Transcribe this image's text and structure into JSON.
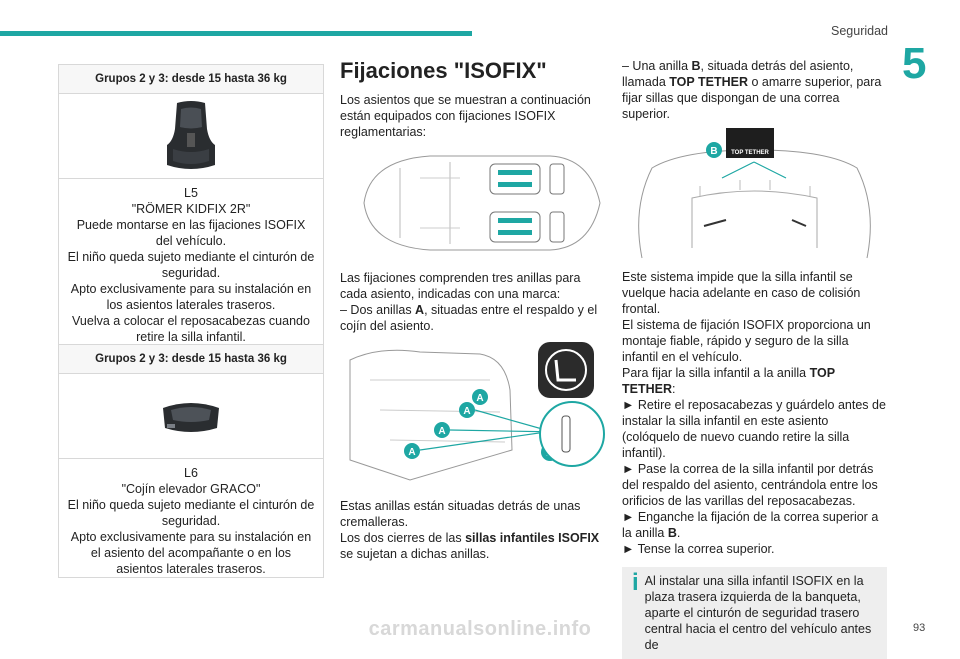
{
  "header": {
    "section": "Seguridad",
    "chapter": "5",
    "page": "93"
  },
  "watermark": "carmanualsonline.info",
  "left": {
    "card1": {
      "header": "Grupos 2 y 3: desde 15 hasta 36 kg",
      "code": "L5",
      "name": "\"RÖMER KIDFIX 2R\"",
      "lines": [
        "Puede montarse en las fijaciones ISOFIX del vehículo.",
        "El niño queda sujeto mediante el cinturón de seguridad.",
        "Apto exclusivamente para su instalación en los asientos laterales traseros.",
        "Vuelva a colocar el reposacabezas cuando retire la silla infantil."
      ]
    },
    "card2": {
      "header": "Grupos 2 y 3: desde 15 hasta 36 kg",
      "code": "L6",
      "name": "\"Cojín elevador GRACO\"",
      "lines": [
        "El niño queda sujeto mediante el cinturón de seguridad.",
        "Apto exclusivamente para su instalación en el asiento del acompañante o en los asientos laterales traseros."
      ]
    }
  },
  "middle": {
    "title": "Fijaciones \"ISOFIX\"",
    "intro": "Los asientos que se muestran a continuación están equipados con fijaciones ISOFIX reglamentarias:",
    "rings_intro": "Las fijaciones comprenden tres anillas para cada asiento, indicadas con una marca:",
    "rings_a_prefix": "– Dos anillas ",
    "rings_a_letter": "A",
    "rings_a_suffix": ", situadas entre el respaldo y el cojín del asiento.",
    "label_a": "A",
    "closing_1": "Estas anillas están situadas detrás de unas cremalleras.",
    "closing_2_prefix": "Los dos cierres de las ",
    "closing_2_bold": "sillas infantiles ISOFIX",
    "closing_2_suffix": " se sujetan a dichas anillas."
  },
  "right": {
    "ring_b_prefix": "– Una anilla ",
    "ring_b_letter": "B",
    "ring_b_mid": ", situada detrás del asiento, llamada ",
    "ring_b_bold": "TOP TETHER",
    "ring_b_suffix": " o amarre superior, para fijar sillas que dispongan de una correa superior.",
    "top_tether_label": "TOP TETHER",
    "label_b": "B",
    "p1": "Este sistema impide que la silla infantil se vuelque hacia adelante en caso de colisión frontal.",
    "p2": "El sistema de fijación ISOFIX proporciona un montaje fiable, rápido y seguro de la silla infantil en el vehículo.",
    "p3_prefix": "Para fijar la silla infantil a la anilla ",
    "p3_bold": "TOP TETHER",
    "p3_suffix": ":",
    "steps": [
      "► Retire el reposacabezas y guárdelo antes de instalar la silla infantil en este asiento (colóquelo de nuevo cuando retire la silla infantil).",
      "► Pase la correa de la silla infantil por detrás del respaldo del asiento, centrándola entre los orificios de las varillas del reposacabezas.",
      "► Enganche la fijación de la correa superior a la anilla ",
      "► Tense la correa superior."
    ],
    "step3_letter": "B",
    "step3_end": ".",
    "info": "Al instalar una silla infantil ISOFIX en la plaza trasera izquierda de la banqueta, aparte el cinturón de seguridad trasero central hacia el centro del vehículo antes de"
  },
  "colors": {
    "accent": "#1ea7a3",
    "text": "#222222"
  }
}
